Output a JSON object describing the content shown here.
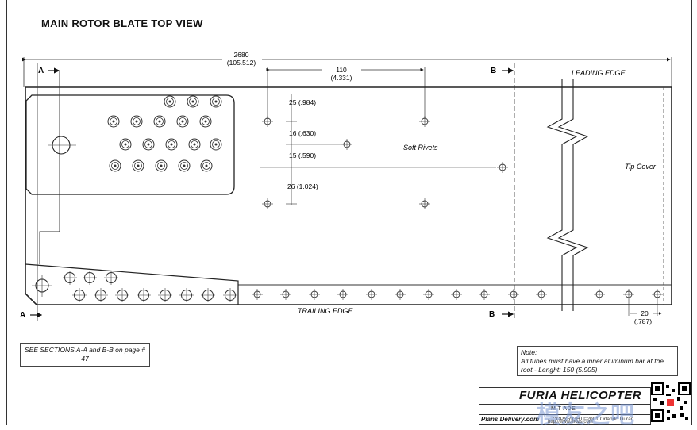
{
  "title": "MAIN ROTOR BLATE TOP VIEW",
  "dimensions": {
    "overall": "2680",
    "overall_inch": "(105.512)",
    "span": "110",
    "span_inch": "(4.331)",
    "d1": "25 (.984)",
    "d2": "16 (.630)",
    "d3": "15 (.590)",
    "d4": "26 (1.024)",
    "tip": "20",
    "tip_inch": "(.787)"
  },
  "labels": {
    "section_a": "A",
    "section_b": "B",
    "leading_edge": "LEADING EDGE",
    "trailing_edge": "TRAILING EDGE",
    "soft_rivets": "Soft Rivets",
    "tip_cover": "Tip Cover"
  },
  "see_sections": "SEE SECTIONS A-A and B-B on page # 47",
  "note": {
    "heading": "Note:",
    "text": "All tubes must have a inner aluminum bar at the root - Lenght: 150 (5.905)"
  },
  "title_block": {
    "brand": "FURIA HELICOPTER",
    "subtitle": "M           T     ADE",
    "plans": "Plans Delivery.com",
    "copyright": "COPYRIGHT©2001 Orlando Duran"
  },
  "watermark": {
    "text": "模友之吧",
    "url": "http://www.mozs.com"
  }
}
